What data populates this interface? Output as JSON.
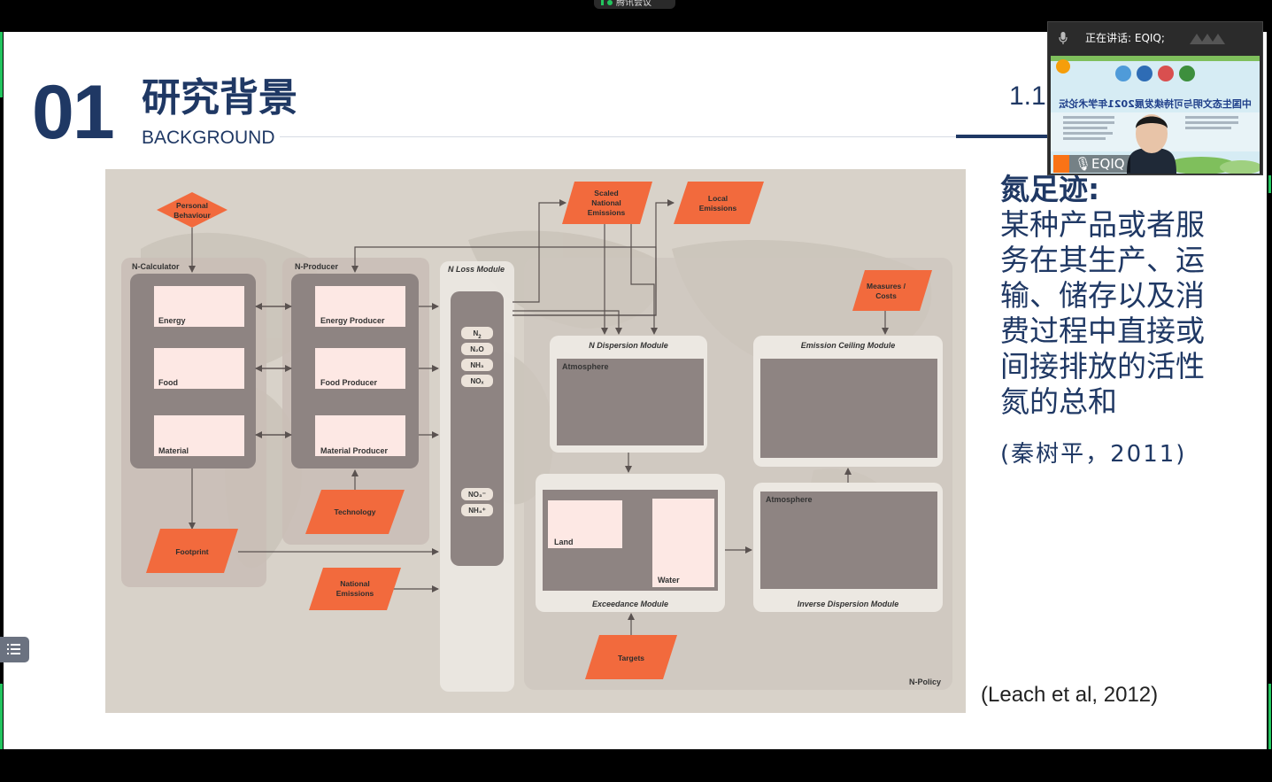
{
  "meeting_app": {
    "name": "腾讯会议"
  },
  "slide": {
    "section_number": "01",
    "section_title": "研究背景",
    "section_subtitle": "BACKGROUND",
    "subsection_number": "1.1",
    "definition": {
      "term": "氮足迹:",
      "text": "某种产品或者服务在其生产、运输、储存以及消费过程中直接或间接排放的活性氮的总和"
    },
    "citation_cn": "(秦树平，2011)",
    "citation_en": "(Leach et al, 2012)"
  },
  "diagram": {
    "parallelograms": {
      "personal_behaviour": [
        "Personal",
        "Behaviour"
      ],
      "scaled_national_emissions": [
        "Scaled",
        "National",
        "Emissions"
      ],
      "local_emissions": [
        "Local",
        "Emissions"
      ],
      "measures_costs": [
        "Measures /",
        "Costs"
      ],
      "technology": [
        "Technology"
      ],
      "footprint": [
        "Footprint"
      ],
      "national_emissions": [
        "National",
        "Emissions"
      ],
      "targets": [
        "Targets"
      ]
    },
    "modules": {
      "n_calculator": "N-Calculator",
      "n_producer": "N-Producer",
      "n_loss": "N Loss Module",
      "n_dispersion": "N Dispersion Module",
      "emission_ceiling": "Emission Ceiling Module",
      "exceedance": "Exceedance Module",
      "inverse_dispersion": "Inverse Dispersion Module",
      "n_policy": "N-Policy"
    },
    "calculator_items": [
      "Energy",
      "Food",
      "Material"
    ],
    "producer_items": [
      "Energy Producer",
      "Food Producer",
      "Material Producer"
    ],
    "species_top": [
      "N",
      "N₂O",
      "NH₃",
      "NOₓ"
    ],
    "species_top_subscripts": [
      "2",
      "",
      "",
      ""
    ],
    "species_bottom": [
      "NO₃⁻",
      "NH₄⁺"
    ],
    "labels": {
      "atmosphere": "Atmosphere",
      "land": "Land",
      "water": "Water"
    }
  },
  "speaker": {
    "speaking_label": "正在讲话: EQIQ;",
    "name": "EQIQ",
    "banner_text": "中国生态文明与可持续发展2021年学术论坛"
  },
  "colors": {
    "accent_navy": "#1f3864",
    "diagram_orange": "#f26a3d",
    "module_gray": "#8e8482",
    "meeting_green": "#22c55e"
  }
}
